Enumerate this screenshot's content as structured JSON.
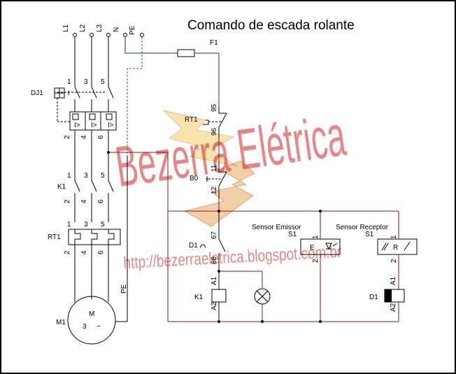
{
  "title": "Comando de escada  rolante",
  "watermark": {
    "text": "Bezerra Elétrica",
    "url": "http://bezerraeletrica.blogspot.com.br"
  },
  "supply": {
    "l1": "L1",
    "l2": "L2",
    "l3": "L3",
    "n": "N",
    "pe": "PE"
  },
  "components": {
    "dj1": "DJ1",
    "k1_power": "K1",
    "rt1_power": "RT1",
    "m1": "M1",
    "motor_m": "M",
    "motor_3": "3",
    "motor_tilde": "~",
    "pe_motor": "PE",
    "f1": "F1",
    "rt1_ctrl": "RT1",
    "b0": "B0",
    "d1_contact": "D1",
    "k1_coil": "K1",
    "d1_coil": "D1",
    "sensor_emissor": "Sensor Emissor",
    "sensor_receptor": "Sensor Receptor",
    "s1_emissor": "S1",
    "s1_receptor": "S1",
    "emissor_letter": "E",
    "receptor_letter": "R"
  },
  "terminals": {
    "top_1": "1",
    "top_3": "3",
    "top_5": "5",
    "bottom_2": "2",
    "bottom_4": "4",
    "bottom_6": "6",
    "rt1_95": "95",
    "rt1_96": "96",
    "b0_11": "11",
    "b0_12": "12",
    "d1_67": "67",
    "d1_68": "68",
    "a1": "A1",
    "a2": "A2",
    "s1_1": "1",
    "s1_2": "2"
  }
}
